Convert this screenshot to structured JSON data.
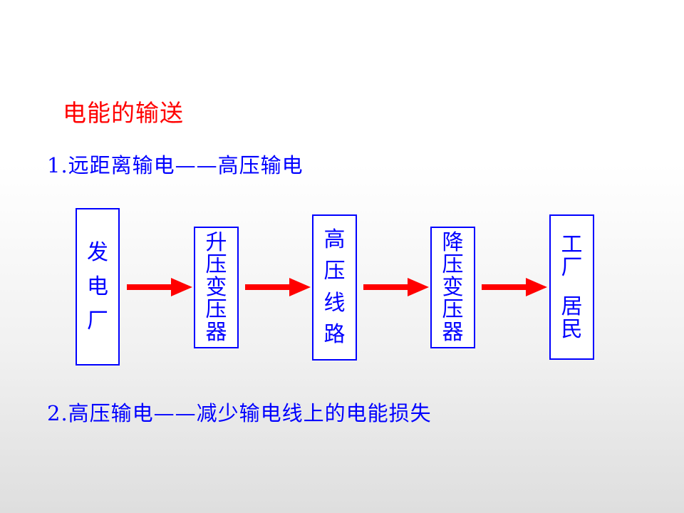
{
  "title": "电能的输送",
  "points": [
    "1.远距离输电——高压输电",
    "2.高压输电——减少输电线上的电能损失"
  ],
  "flow": [
    {
      "chars": [
        "发",
        "电",
        "厂"
      ]
    },
    {
      "chars": [
        "升",
        "压",
        "变",
        "压",
        "器"
      ]
    },
    {
      "chars": [
        "高",
        "压",
        "线",
        "路"
      ]
    },
    {
      "chars": [
        "降",
        "压",
        "变",
        "压",
        "器"
      ]
    },
    {
      "chars": [
        "工",
        "厂",
        "居",
        "民"
      ]
    }
  ],
  "colors": {
    "title": "#ff0000",
    "text": "#0000ff",
    "box_border": "#0000ff",
    "arrow": "#ff0000"
  }
}
